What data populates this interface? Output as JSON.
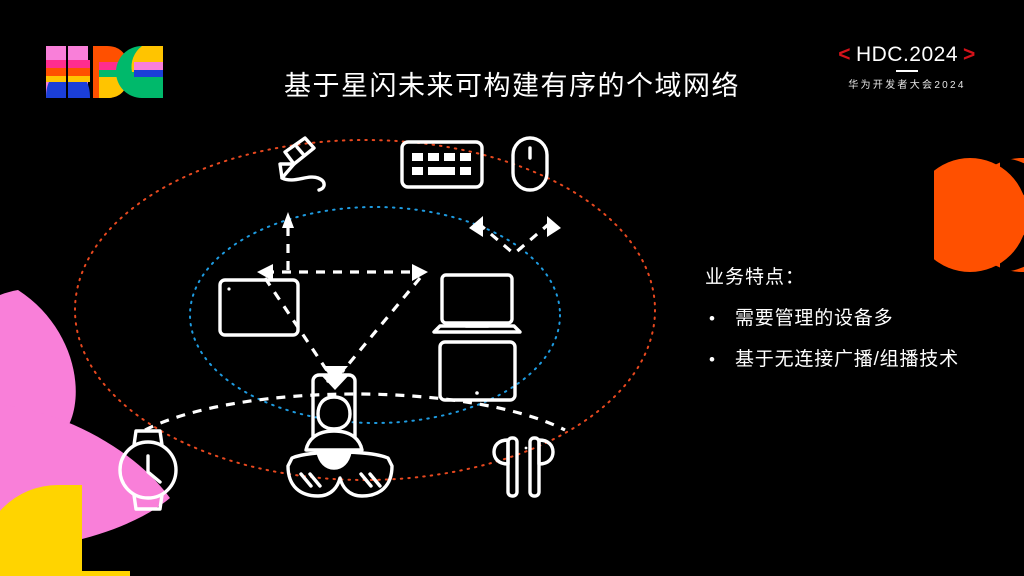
{
  "meta": {
    "background_color": "#000000",
    "text_color": "#ffffff"
  },
  "logo": {
    "name": "hdc-rainbow-logo",
    "letters": "HDC",
    "colors": [
      "#f97fd9",
      "#ff5000",
      "#ffc400",
      "#1b3fd8",
      "#00b96b",
      "#ff2d8f",
      "#ffd400"
    ]
  },
  "brand": {
    "bracket_left": "<",
    "title": "HDC.2024",
    "bracket_right": ">",
    "subtitle": "华为开发者大会2024",
    "bracket_color": "#d4121a"
  },
  "header": {
    "title": "基于星闪未来可构建有序的个域网络"
  },
  "features": {
    "title": "业务特点：",
    "bullet_glyph": "•",
    "items": [
      {
        "text": "需要管理的设备多"
      },
      {
        "text": "基于无连接广播/组播技术"
      }
    ]
  },
  "diagram": {
    "outer_ring_color": "#e8481f",
    "inner_ring_color": "#1e9be0",
    "link_color": "#ffffff",
    "devices": [
      {
        "id": "stylus",
        "label": "stylus-pen-icon"
      },
      {
        "id": "keyboard",
        "label": "keyboard-icon"
      },
      {
        "id": "mouse",
        "label": "mouse-icon"
      },
      {
        "id": "tablet",
        "label": "tablet-icon"
      },
      {
        "id": "laptop",
        "label": "laptop-icon"
      },
      {
        "id": "monitor",
        "label": "monitor-icon"
      },
      {
        "id": "phone",
        "label": "phone-user-icon"
      },
      {
        "id": "watch",
        "label": "smartwatch-icon"
      },
      {
        "id": "glasses",
        "label": "ar-glasses-icon"
      },
      {
        "id": "earbuds",
        "label": "earbuds-icon"
      }
    ]
  },
  "decorations": [
    {
      "id": "petal-left",
      "color": "#f97fd9"
    },
    {
      "id": "wedge-bottom-left",
      "color": "#ffd400"
    },
    {
      "id": "circle-right",
      "color": "#ff5000"
    }
  ]
}
